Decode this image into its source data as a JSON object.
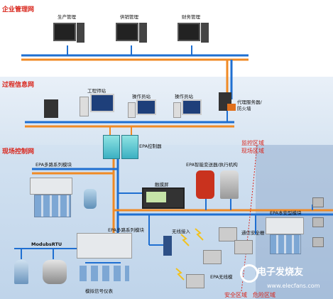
{
  "zones": {
    "enterprise": "企业管理网",
    "process": "过程信息网",
    "field": "现场控制网"
  },
  "enterprise_pcs": [
    "生产管理",
    "供销管理",
    "财务管理"
  ],
  "process_nodes": {
    "engineer": "工程师站",
    "operator1": "操作员站",
    "operator2": "操作员站",
    "proxy": "代理服务器/\n防火墙"
  },
  "field_labels": {
    "controller": "EPA控制器",
    "monitor_zone": "监控区域",
    "field_zone": "现场区域",
    "multi_module_top": "EPA多路系列模块",
    "smart_transmitter": "EPA智能变送器/执行机构",
    "touch_screen": "触摸屏",
    "intrinsic_module": "EPA本安型模块",
    "multi_module_mid": "EPA多路系列模块",
    "wireless_access": "无线接入",
    "safety_barrier": "通信安全栅",
    "modbus": "ModubsRTU",
    "wireless_module": "EPA无线模",
    "analog_meter": "模拟信号仪表",
    "safe_zone": "安全区域",
    "danger_zone": "危险区域"
  },
  "watermark": {
    "cn": "电子发烧友",
    "url": "www.elecfans.com"
  },
  "colors": {
    "network_blue": "#1f6fd1",
    "network_orange": "#f08a24",
    "zone_red": "#d9261c",
    "band_process": "#dfeaf5",
    "band_field": "#c9dcef"
  }
}
